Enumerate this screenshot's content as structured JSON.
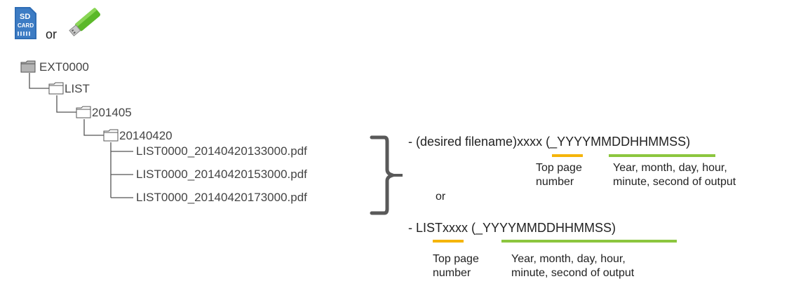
{
  "header": {
    "sd_card_icon_text_top": "SD",
    "sd_card_icon_text_bottom": "CARD",
    "or_label": "or"
  },
  "tree": {
    "root": "EXT0000",
    "level1": "LIST",
    "level2": "201405",
    "level3": "20140420",
    "files": [
      "LIST0000_20140420133000.pdf",
      "LIST0000_20140420153000.pdf",
      "LIST0000_20140420173000.pdf"
    ]
  },
  "formats": {
    "format1": {
      "prefix": "- (desired filename)",
      "page": "xxxx",
      "space": " (",
      "datetime": "_YYYYMMDDHHMMSS",
      "suffix": ")",
      "page_label": [
        "Top page",
        "number"
      ],
      "datetime_label": [
        "Year, month, day, hour,",
        "minute, second of output"
      ]
    },
    "or_label": "or",
    "format2": {
      "prefix": "- LIST",
      "page": "xxxx",
      "space": " (",
      "datetime": "_YYYYMMDDHHMMSS",
      "suffix": ")",
      "page_label": [
        "Top page",
        "number"
      ],
      "datetime_label": [
        "Year, month, day, hour,",
        "minute, second of output"
      ]
    }
  },
  "colors": {
    "page_underline": "#f5b50a",
    "datetime_underline": "#8cc63f",
    "sd_card": "#2f6db5",
    "usb_stick": "#5bb829",
    "root_folder_fill": "#b4b4b4"
  }
}
